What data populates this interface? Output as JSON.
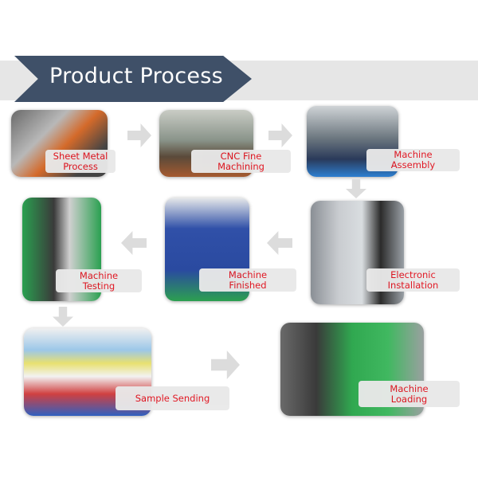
{
  "title": "Product Process",
  "steps": [
    {
      "label_line1": "Sheet Metal",
      "label_line2": "Process"
    },
    {
      "label_line1": "CNC Fine",
      "label_line2": "Machining"
    },
    {
      "label_line1": "Machine",
      "label_line2": "Assembly"
    },
    {
      "label_line1": "Electronic",
      "label_line2": "Installation"
    },
    {
      "label_line1": "Machine",
      "label_line2": "Finished"
    },
    {
      "label_line1": "Machine",
      "label_line2": "Testing"
    },
    {
      "label_line1": "Sample Sending",
      "label_line2": ""
    },
    {
      "label_line1": "Machine",
      "label_line2": "Loading"
    }
  ],
  "colors": {
    "banner": "#3f5068",
    "label_text": "#e0101c"
  }
}
